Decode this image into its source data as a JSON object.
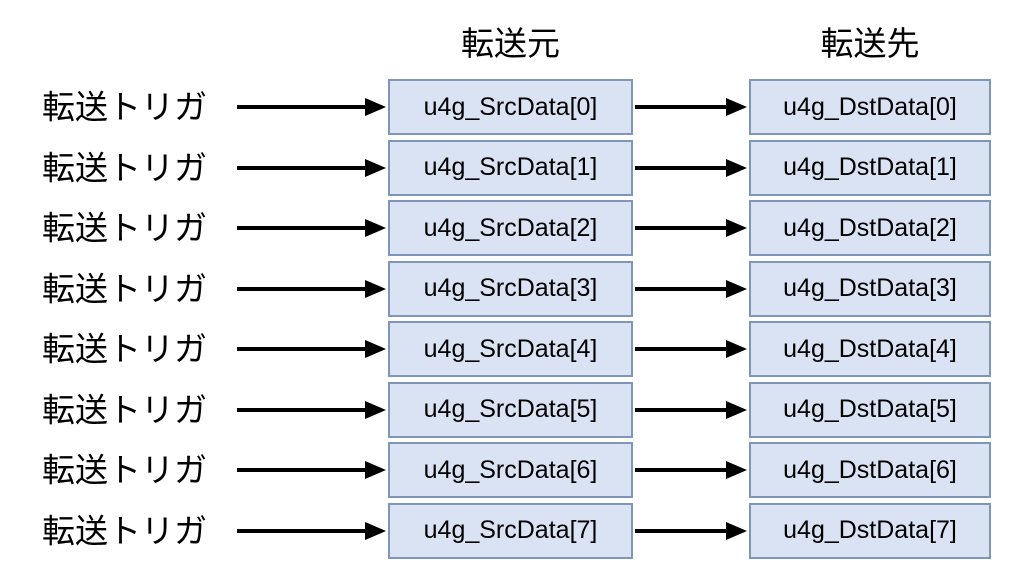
{
  "headers": {
    "source": "転送元",
    "destination": "転送先"
  },
  "rows": [
    {
      "trigger": "転送トリガ",
      "source": "u4g_SrcData[0]",
      "destination": "u4g_DstData[0]"
    },
    {
      "trigger": "転送トリガ",
      "source": "u4g_SrcData[1]",
      "destination": "u4g_DstData[1]"
    },
    {
      "trigger": "転送トリガ",
      "source": "u4g_SrcData[2]",
      "destination": "u4g_DstData[2]"
    },
    {
      "trigger": "転送トリガ",
      "source": "u4g_SrcData[3]",
      "destination": "u4g_DstData[3]"
    },
    {
      "trigger": "転送トリガ",
      "source": "u4g_SrcData[4]",
      "destination": "u4g_DstData[4]"
    },
    {
      "trigger": "転送トリガ",
      "source": "u4g_SrcData[5]",
      "destination": "u4g_DstData[5]"
    },
    {
      "trigger": "転送トリガ",
      "source": "u4g_SrcData[6]",
      "destination": "u4g_DstData[6]"
    },
    {
      "trigger": "転送トリガ",
      "source": "u4g_SrcData[7]",
      "destination": "u4g_DstData[7]"
    }
  ],
  "colors": {
    "box_fill": "#dae3f3",
    "box_border": "#8096b8",
    "arrow": "#000000",
    "text": "#000000",
    "background": "#ffffff"
  }
}
